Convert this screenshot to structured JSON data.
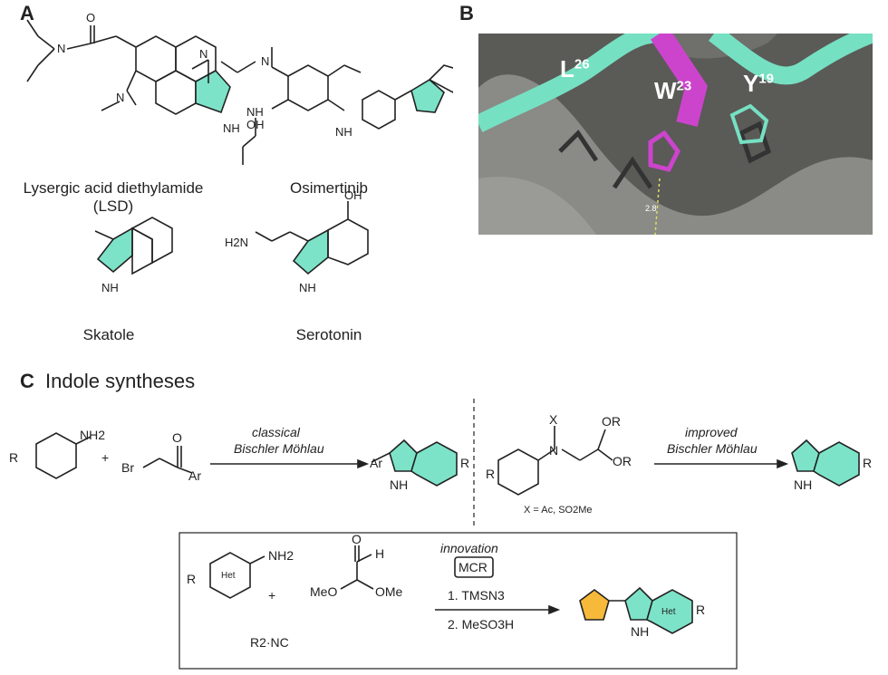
{
  "panels": {
    "a": {
      "letter": "A"
    },
    "b": {
      "letter": "B"
    },
    "c": {
      "letter": "C",
      "title": "Indole syntheses"
    }
  },
  "molecules": {
    "lsd": {
      "name_line1": "Lysergic acid diethylamide",
      "name_line2": "(LSD)"
    },
    "osimertinib": {
      "name": "Osimertinib"
    },
    "skatole": {
      "name": "Skatole"
    },
    "serotonin": {
      "name": "Serotonin"
    }
  },
  "structure_labels": {
    "n": "N",
    "o": "O",
    "h": "H",
    "nh": "NH",
    "oh": "OH",
    "h2n": "H2N",
    "nh2": "NH2",
    "r": "R",
    "ar": "Ar",
    "br": "Br",
    "x": "X",
    "or": "OR",
    "meo": "MeO",
    "ome": "OMe",
    "r1": "R",
    "het": "Het",
    "r2nc": "R2·NC"
  },
  "protein_view": {
    "residues": [
      {
        "name": "L",
        "number": "26"
      },
      {
        "name": "W",
        "number": "23"
      },
      {
        "name": "Y",
        "number": "19"
      }
    ],
    "distance": "2.8",
    "colors": {
      "helix": "#76e0c2",
      "trp": "#cc44cc",
      "surface": "#8a8a86",
      "background": "#5a5a57"
    }
  },
  "reactions": {
    "classical": {
      "line1": "classical",
      "line2": "Bischler Möhlau",
      "plus": "+"
    },
    "improved": {
      "line1": "improved",
      "line2": "Bischler Möhlau",
      "x_def": "X = Ac, SO2Me"
    },
    "innovation": {
      "title": "innovation",
      "badge": "MCR",
      "step1": "1. TMSN3",
      "step2": "2. MeSO3H",
      "plus": "+"
    }
  },
  "colors": {
    "indole_fill": "#7de3c8",
    "tetrazole_fill": "#f7b93a"
  }
}
